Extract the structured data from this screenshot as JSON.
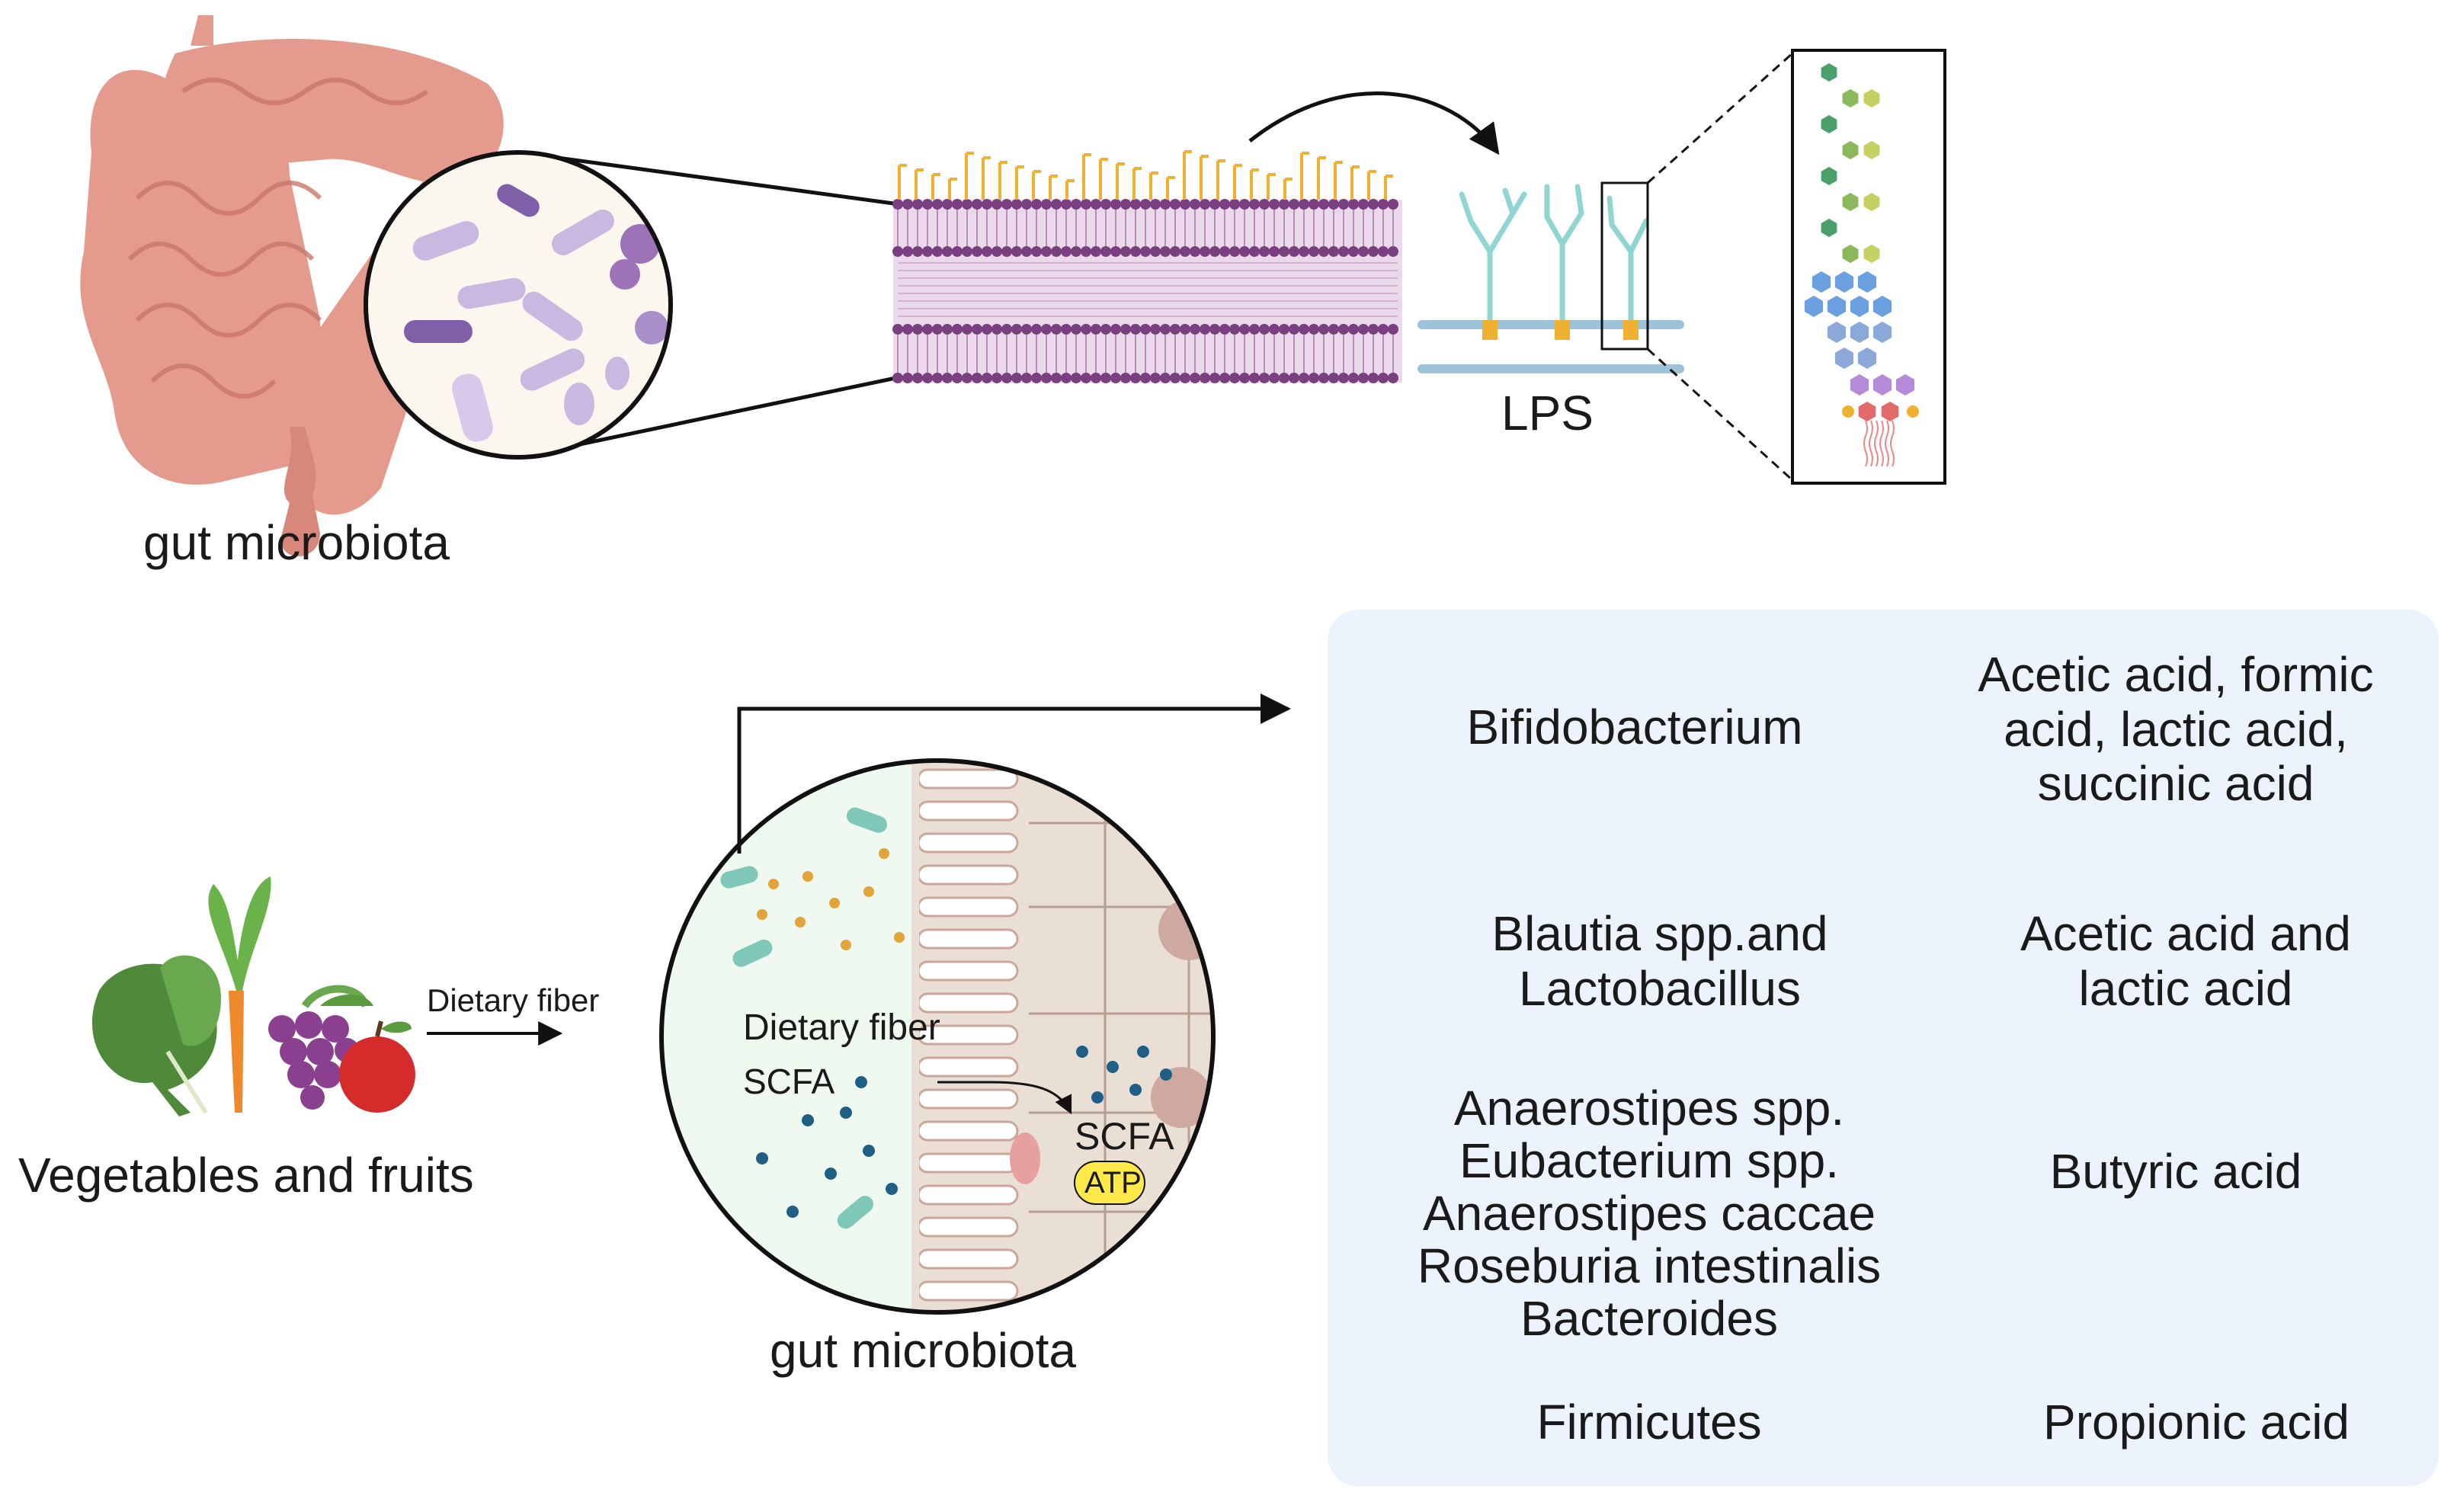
{
  "top_left_label": "gut microbiota",
  "lps_label": "LPS",
  "veg_label": "Vegetables and fruits",
  "arrow_label_dietary": "Dietary fiber",
  "circle_label_dietary": "Dietary fiber",
  "circle_label_scfa": "SCFA",
  "circle_label_scfa2": "SCFA",
  "circle_label_atp": "ATP",
  "bottom_circle_label": "gut microbiota",
  "panel": {
    "rows": [
      {
        "bacteria": "Bifidobacterium",
        "product": "Acetic acid, formic acid, lactic acid, succinic acid"
      },
      {
        "bacteria": "Blautia spp.and Lactobacillus",
        "product": "Acetic acid and lactic acid"
      },
      {
        "bacteria": "Anaerostipes spp. Eubacterium spp. Anaerostipes caccae Roseburia intestinalis Bacteroides",
        "product": "Butyric acid"
      },
      {
        "bacteria": "Firmicutes",
        "product": "Propionic acid"
      }
    ]
  },
  "colors": {
    "intestine": "#e59a8e",
    "membrane": "#8a4f8d",
    "lps_chain": "#8fd6d3",
    "lps_anchor": "#f0b030",
    "panel_bg": "#ecf3fc",
    "atp_bg": "#ffe84a"
  }
}
